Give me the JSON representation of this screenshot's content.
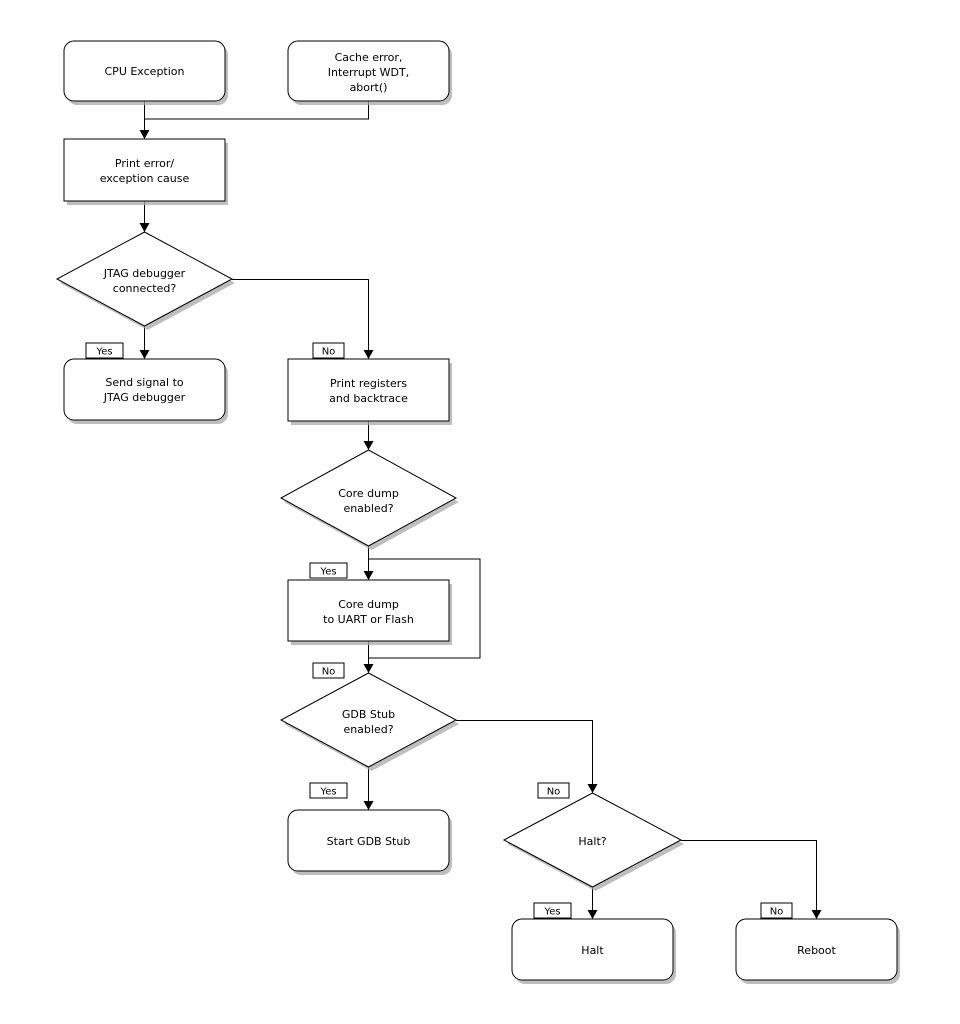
{
  "diagram": {
    "type": "flowchart",
    "background_color": "#ffffff",
    "stroke_color": "#000000",
    "node_fill_color": "#ffffff",
    "text_color": "#000000",
    "shadow_color": "#a8a8a8",
    "nodes": {
      "cpu_exception": {
        "shape": "rounded",
        "lines": [
          "CPU Exception"
        ]
      },
      "cache_error": {
        "shape": "rounded",
        "lines": [
          "Cache error,",
          "Interrupt WDT,",
          "abort()"
        ]
      },
      "print_error": {
        "shape": "process",
        "lines": [
          "Print error/",
          "exception cause"
        ]
      },
      "jtag_connected": {
        "shape": "decision",
        "lines": [
          "JTAG debugger",
          "connected?"
        ]
      },
      "send_signal": {
        "shape": "rounded",
        "lines": [
          "Send signal to",
          "JTAG debugger"
        ]
      },
      "print_registers": {
        "shape": "process",
        "lines": [
          "Print registers",
          "and backtrace"
        ]
      },
      "core_dump_enabled": {
        "shape": "decision",
        "lines": [
          "Core dump",
          "enabled?"
        ]
      },
      "core_dump": {
        "shape": "process",
        "lines": [
          "Core dump",
          "to UART or Flash"
        ]
      },
      "gdb_stub_enabled": {
        "shape": "decision",
        "lines": [
          "GDB Stub",
          "enabled?"
        ]
      },
      "start_gdb_stub": {
        "shape": "rounded",
        "lines": [
          "Start GDB Stub"
        ]
      },
      "halt_decision": {
        "shape": "decision",
        "lines": [
          "Halt?"
        ]
      },
      "halt": {
        "shape": "rounded",
        "lines": [
          "Halt"
        ]
      },
      "reboot": {
        "shape": "rounded",
        "lines": [
          "Reboot"
        ]
      }
    },
    "edge_labels": {
      "yes": "Yes",
      "no": "No"
    }
  }
}
